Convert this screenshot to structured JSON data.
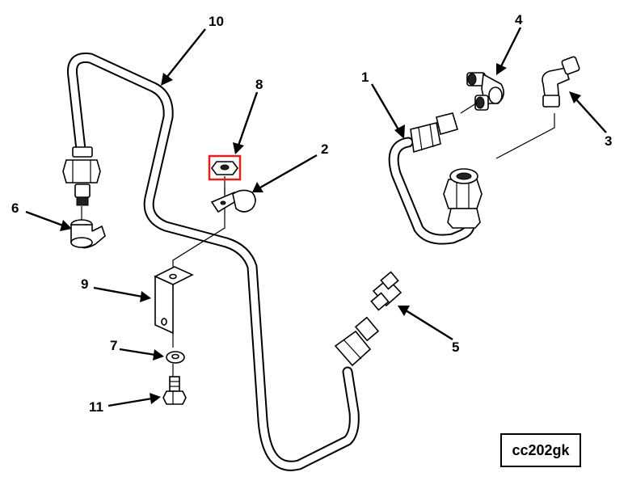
{
  "callouts": {
    "c1": "1",
    "c2": "2",
    "c3": "3",
    "c4": "4",
    "c5": "5",
    "c6": "6",
    "c7": "7",
    "c8": "8",
    "c9": "9",
    "c10": "10",
    "c11": "11"
  },
  "figure_code": "cc202gk",
  "highlight_color": "#e0201b"
}
